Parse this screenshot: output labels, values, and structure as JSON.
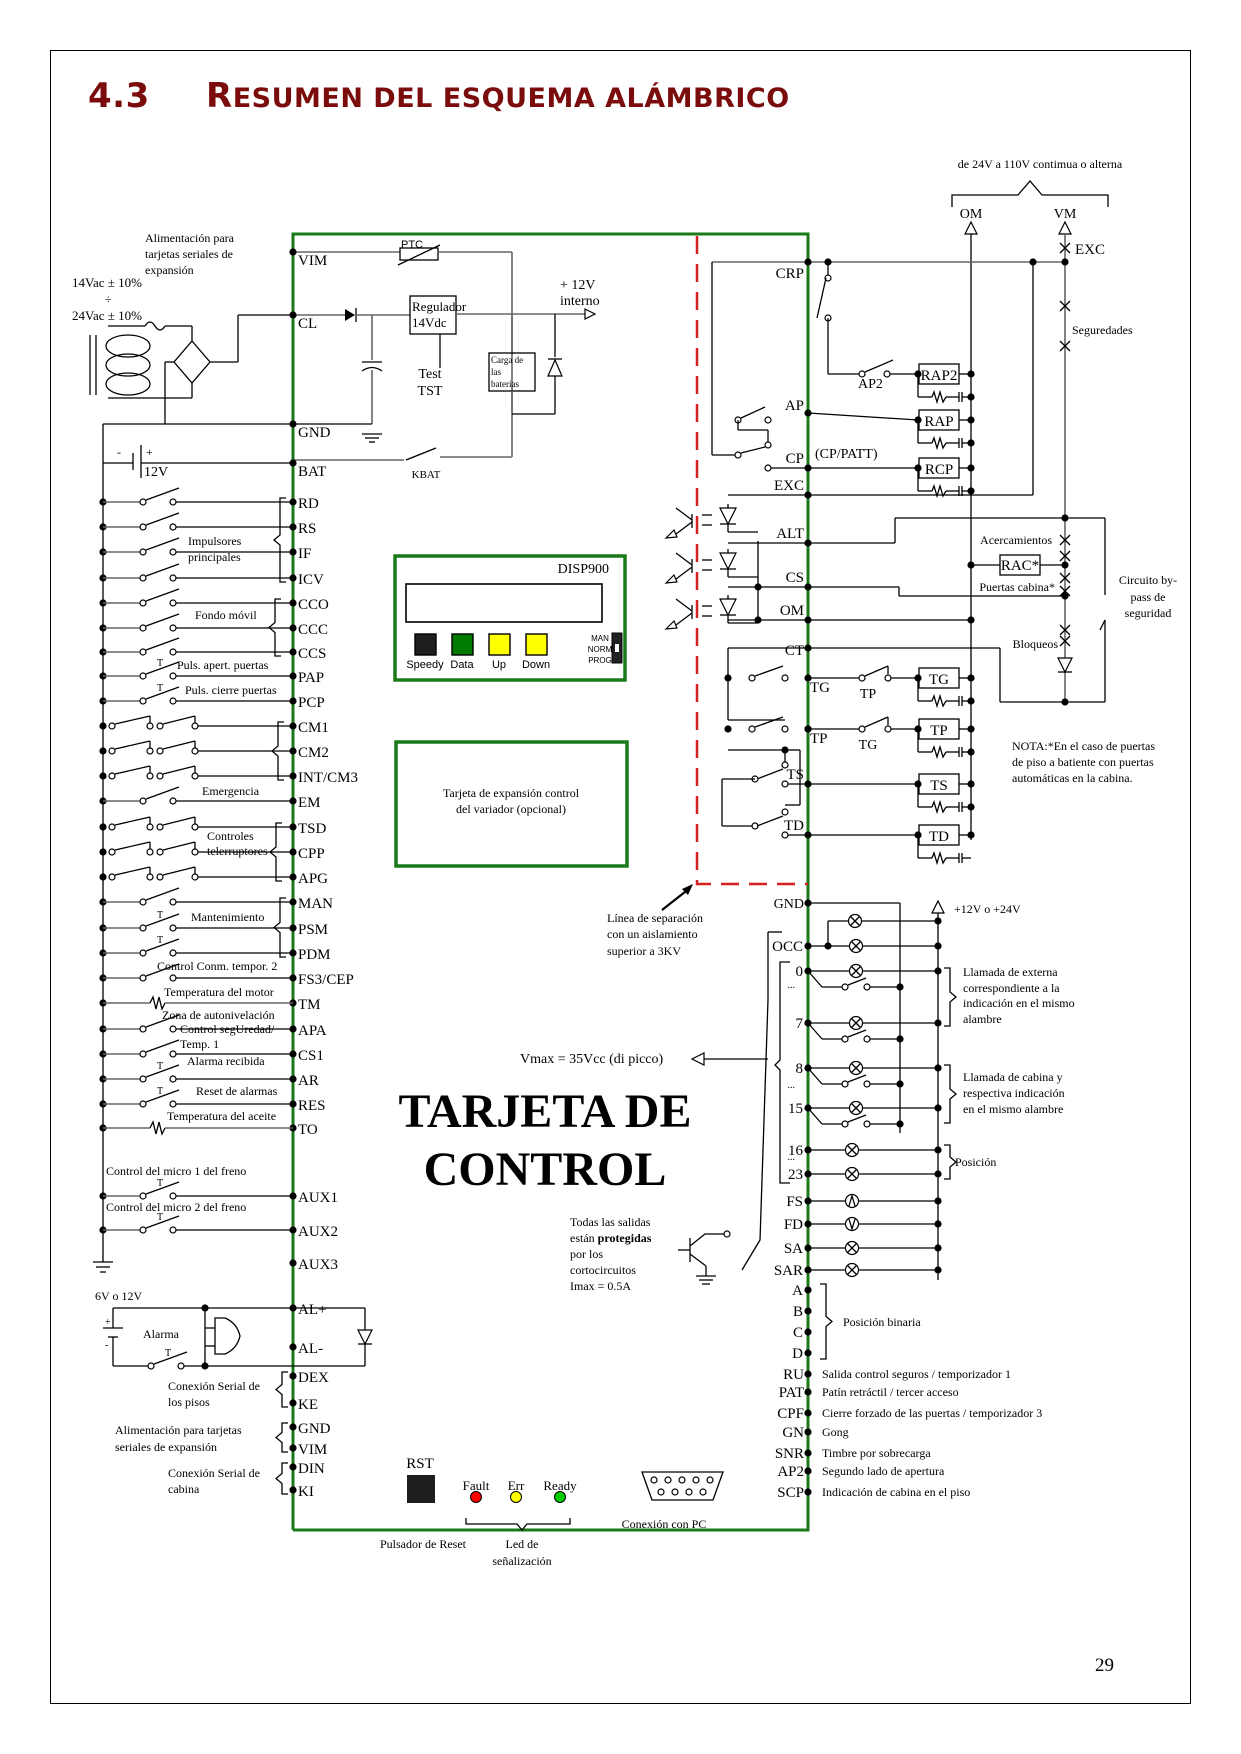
{
  "header": {
    "section_number": "4.3",
    "title_initial": "R",
    "title_rest": "ESUMEN DEL ESQUEMA ALÁMBRICO",
    "title_color": "#7a0c0c"
  },
  "power": {
    "supply_label": "Alimentación para tarjetas seriales de expansión",
    "supply_lines": [
      "Alimentación para",
      "tarjetas seriales de",
      "expansión"
    ],
    "vac_low": "14Vac ± 10%",
    "div": "÷",
    "vac_high": "24Vac ± 10%",
    "ptc": "PTC",
    "regulator_lines": [
      "Regulador",
      "14Vdc"
    ],
    "test_lines": [
      "Test",
      "TST"
    ],
    "charger_lines": [
      "Carga de",
      "las",
      "baterías"
    ],
    "internal_lines": [
      "+ 12V",
      "interno"
    ],
    "kbat": "KBAT",
    "battery": "12V",
    "bat_plus": "+",
    "bat_minus": "-"
  },
  "left_terminals": [
    {
      "id": "VIM"
    },
    {
      "id": "CL"
    },
    {
      "id": "GND"
    },
    {
      "id": "BAT"
    },
    {
      "id": "RD"
    },
    {
      "id": "RS"
    },
    {
      "id": "IF"
    },
    {
      "id": "ICV"
    },
    {
      "id": "CCO"
    },
    {
      "id": "CCC"
    },
    {
      "id": "CCS"
    },
    {
      "id": "PAP"
    },
    {
      "id": "PCP"
    },
    {
      "id": "CM1"
    },
    {
      "id": "CM2"
    },
    {
      "id": "INT/CM3"
    },
    {
      "id": "EM"
    },
    {
      "id": "TSD"
    },
    {
      "id": "CPP"
    },
    {
      "id": "APG"
    },
    {
      "id": "MAN"
    },
    {
      "id": "PSM"
    },
    {
      "id": "PDM"
    },
    {
      "id": "FS3/CEP"
    },
    {
      "id": "TM"
    },
    {
      "id": "APA"
    },
    {
      "id": "CS1"
    },
    {
      "id": "AR"
    },
    {
      "id": "RES"
    },
    {
      "id": "TO"
    },
    {
      "id": "AUX1"
    },
    {
      "id": "AUX2"
    },
    {
      "id": "AUX3"
    },
    {
      "id": "AL+"
    },
    {
      "id": "AL-"
    },
    {
      "id": "DEX"
    },
    {
      "id": "KE"
    },
    {
      "id": "GND"
    },
    {
      "id": "VIM"
    },
    {
      "id": "DIN"
    },
    {
      "id": "KI"
    }
  ],
  "left_labels": {
    "impulsores": [
      "Impulsores",
      "principales"
    ],
    "fondo": "Fondo móvil",
    "pap": "Puls. apert.  puertas",
    "pcp": "Puls. cierre puertas",
    "emergencia": "Emergencia",
    "controles": [
      "Controles",
      "telerruptores"
    ],
    "mantenimiento": "Mantenimiento",
    "fs3": "Control Conm. tempor. 2",
    "tm": "Temperatura del motor",
    "apa": "Zona de autonivelación",
    "cs1": [
      "Control segUredad/",
      "Temp. 1"
    ],
    "ar": "Alarma recibida",
    "res": "Reset de alarmas",
    "to": "Temperatura del aceite",
    "aux1": "Control del micro 1 del freno",
    "aux2": "Control del micro 2 del freno",
    "alarm_voltage": "6V o 12V",
    "alarm": "Alarma",
    "serial_floors": [
      "Conexión Serial de",
      "los pisos"
    ],
    "serial_power": [
      "Alimentación para tarjetas",
      "seriales de expansión"
    ],
    "serial_cabin": [
      "Conexión Serial de",
      "cabina"
    ],
    "t_mark": "T"
  },
  "display": {
    "model": "DISP900",
    "buttons": [
      {
        "label": "Speedy",
        "color": "#1e1e1e"
      },
      {
        "label": "Data",
        "color": "#007a00"
      },
      {
        "label": "Up",
        "color": "#ffff00"
      },
      {
        "label": "Down",
        "color": "#ffff00"
      }
    ],
    "mode_options": [
      "MAN",
      "NORM",
      "PROG"
    ],
    "mode_selected": "NORM"
  },
  "expansion_card": [
    "Tarjeta de expansión control",
    "del variador (opcional)"
  ],
  "board_title": [
    "TARJETA DE",
    "CONTROL"
  ],
  "separation_note": [
    "Línea de separación",
    "con un aislamiento",
    "superior a 3KV"
  ],
  "vmax_note": "Vmax = 35Vcc (di picco)",
  "outputs_note": {
    "line1": "Todas las salidas",
    "line2_pre": "están ",
    "line2_bold": "protegidas",
    "line3": "por los",
    "line4": "cortocircuitos",
    "line5": "Imax = 0.5A"
  },
  "bottom": {
    "rst": "RST",
    "reset_label": "Pulsador de Reset",
    "leds": [
      {
        "label": "Fault",
        "color": "#ff0000"
      },
      {
        "label": "Err",
        "color": "#ffff00"
      },
      {
        "label": "Ready",
        "color": "#00cc00"
      }
    ],
    "led_label": [
      "Led de",
      "señalización"
    ],
    "pc_label": "Conexión con PC"
  },
  "right_top": {
    "supply_note": "de 24V a 110V contimua o alterna",
    "om": "OM",
    "vm": "VM",
    "exc": "EXC",
    "seguredades": "Seguredades",
    "acercamientos": "Acercamientos",
    "rac": "RAC*",
    "puertas_cabina": "Puertas cabina*",
    "bypass": [
      "Circuito by-",
      "pass de",
      "seguridad"
    ],
    "bloqueos": "Bloqueos",
    "nota": [
      "NOTA:*En el caso de puertas",
      "de piso a batiente con puertas",
      "automáticas en la cabina."
    ],
    "cp_patt": "(CP/PATT)",
    "ap2": "AP2"
  },
  "right_terminals_top": [
    "CRP",
    "AP",
    "CP",
    "EXC",
    "ALT",
    "CS",
    "OM",
    "CT",
    "TG",
    "TP",
    "TS",
    "TD"
  ],
  "relays": [
    "RAP2",
    "RAP",
    "RCP",
    "TG",
    "TP",
    "TS",
    "TD"
  ],
  "relay_contacts": {
    "tg_series": "TP",
    "tp_series": "TG"
  },
  "right_io": {
    "gnd": "GND",
    "supply": "+12V o +24V",
    "occ": "OCC",
    "floor_rows": [
      "0",
      "7",
      "8",
      "15",
      "16",
      "23"
    ],
    "ellipsis": "...",
    "fs": "FS",
    "fd": "FD",
    "sa": "SA",
    "sar": "SAR",
    "binary": [
      "A",
      "B",
      "C",
      "D"
    ],
    "ext_call": [
      "Llamada de externa",
      "correspondiente a la",
      "indicación en el mismo",
      "alambre"
    ],
    "cab_call": [
      "Llamada de cabina y",
      "respectiva indicación",
      "en el mismo alambre"
    ],
    "position": "Posición",
    "binary_label": "Posición binaria",
    "outputs": [
      {
        "id": "RU",
        "desc": "Salida control seguros / temporizador 1"
      },
      {
        "id": "PAT",
        "desc": "Patín retráctil / tercer acceso"
      },
      {
        "id": "CPF",
        "desc": "Cierre forzado de las puertas / temporizador 3"
      },
      {
        "id": "GN",
        "desc": "Gong"
      },
      {
        "id": "SNR",
        "desc": "Timbre por sobrecarga"
      },
      {
        "id": "AP2",
        "desc": "Segundo lado de apertura"
      },
      {
        "id": "SCP",
        "desc": "Indicación de cabina en el piso"
      }
    ]
  },
  "page_number": "29"
}
